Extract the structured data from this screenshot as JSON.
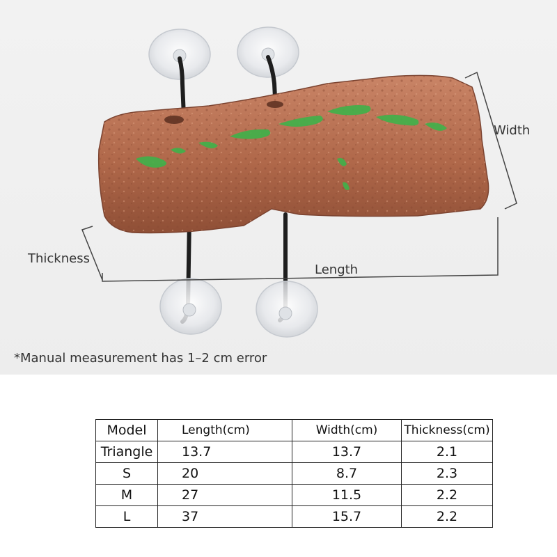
{
  "labels": {
    "width": "Width",
    "thickness": "Thickness",
    "length": "Length"
  },
  "note": "*Manual measurement has 1–2 cm error",
  "table": {
    "headers": [
      "Model",
      "Length(cm)",
      "Width(cm)",
      "Thickness(cm)"
    ],
    "rows": [
      [
        "Triangle",
        "13.7",
        "13.7",
        "2.1"
      ],
      [
        "S",
        "20",
        "8.7",
        "2.3"
      ],
      [
        "M",
        "27",
        "11.5",
        "2.2"
      ],
      [
        "L",
        "37",
        "15.7",
        "2.2"
      ]
    ]
  },
  "colors": {
    "rock": "#b0684a",
    "moss": "#3fb24a",
    "background": "#efefef"
  }
}
